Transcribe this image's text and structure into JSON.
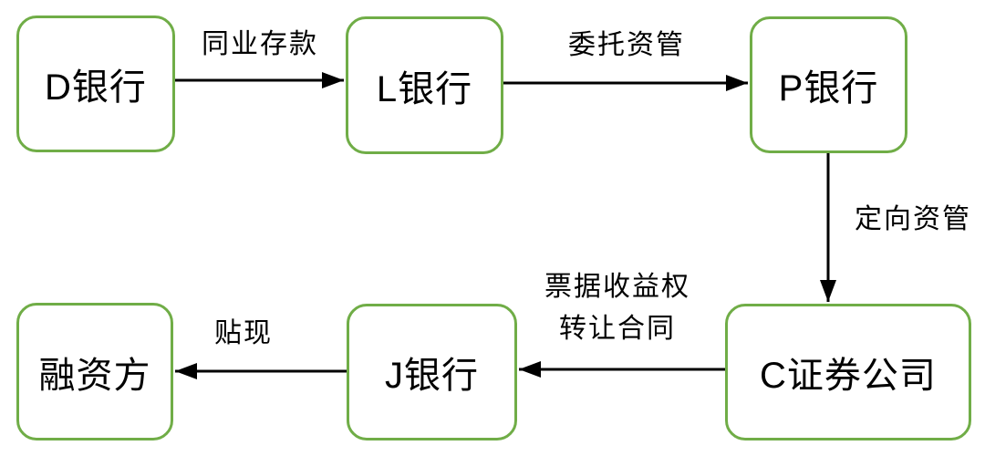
{
  "diagram_type": "flowchart",
  "colors": {
    "node_border": "#70ad47",
    "node_fill": "#ffffff",
    "arrow": "#000000",
    "text": "#000000"
  },
  "nodes": [
    {
      "id": "bank-d",
      "label": "D银行"
    },
    {
      "id": "bank-l",
      "label": "L银行"
    },
    {
      "id": "bank-p",
      "label": "P银行"
    },
    {
      "id": "securities-c",
      "label": "C证券公司"
    },
    {
      "id": "bank-j",
      "label": "J银行"
    },
    {
      "id": "financier",
      "label": "融资方"
    }
  ],
  "edges": [
    {
      "from": "bank-d",
      "to": "bank-l",
      "label": "同业存款"
    },
    {
      "from": "bank-l",
      "to": "bank-p",
      "label": "委托资管"
    },
    {
      "from": "bank-p",
      "to": "securities-c",
      "label": "定向资管"
    },
    {
      "from": "securities-c",
      "to": "bank-j",
      "label_lines": [
        "票据收益权",
        "转让合同"
      ]
    },
    {
      "from": "bank-j",
      "to": "financier",
      "label": "贴现"
    }
  ]
}
